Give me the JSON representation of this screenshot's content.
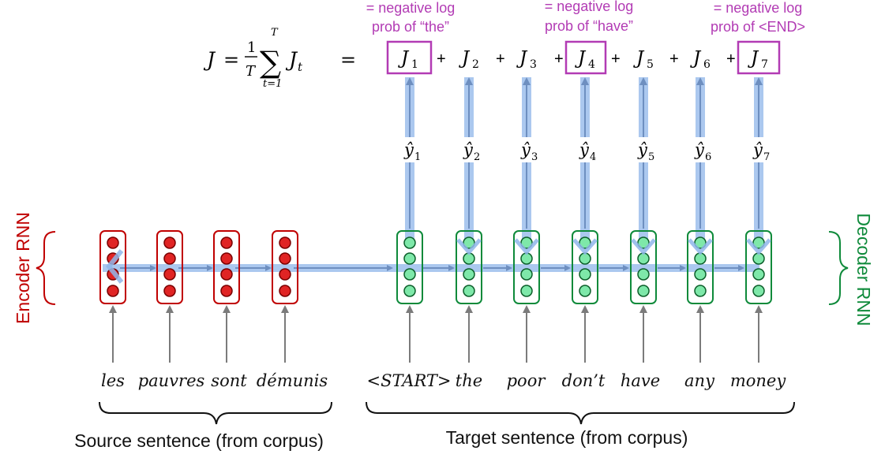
{
  "colors": {
    "encoder": "#c00000",
    "encoder_dot": "#e02424",
    "decoder": "#0e8a3a",
    "decoder_dot": "#7ee8a9",
    "loss_box": "#b23bb4",
    "flow": "#8fb6ea",
    "arrow_gray": "#7b7b7b"
  },
  "formula": {
    "lhs": "J",
    "equals": "=",
    "frac_num": "1",
    "frac_den": "T",
    "sum_symbol": "∑",
    "sum_upper": "T",
    "sum_lower": "t=1",
    "term": "J",
    "term_sub": "t",
    "equals_2": "="
  },
  "plus_sign": "+",
  "loss_terms": [
    {
      "label": "J",
      "sub": "1",
      "boxed": true
    },
    {
      "label": "J",
      "sub": "2",
      "boxed": false
    },
    {
      "label": "J",
      "sub": "3",
      "boxed": false
    },
    {
      "label": "J",
      "sub": "4",
      "boxed": true
    },
    {
      "label": "J",
      "sub": "5",
      "boxed": false
    },
    {
      "label": "J",
      "sub": "6",
      "boxed": false
    },
    {
      "label": "J",
      "sub": "7",
      "boxed": true
    }
  ],
  "annotations": [
    {
      "line1": "= negative log",
      "line2": "prob of “the”"
    },
    {
      "line1": "= negative log",
      "line2": "prob of “have”"
    },
    {
      "line1": "= negative log",
      "line2": "prob of <END>"
    }
  ],
  "outputs": [
    {
      "label": "ŷ",
      "sub": "1"
    },
    {
      "label": "ŷ",
      "sub": "2"
    },
    {
      "label": "ŷ",
      "sub": "3"
    },
    {
      "label": "ŷ",
      "sub": "4"
    },
    {
      "label": "ŷ",
      "sub": "5"
    },
    {
      "label": "ŷ",
      "sub": "6"
    },
    {
      "label": "ŷ",
      "sub": "7"
    }
  ],
  "source_words": [
    "les",
    "pauvres",
    "sont",
    "démunis"
  ],
  "target_words": [
    "<START>",
    "the",
    "poor",
    "don’t",
    "have",
    "any",
    "money"
  ],
  "encoder_label": "Encoder RNN",
  "decoder_label": "Decoder RNN",
  "source_caption": "Source sentence (from corpus)",
  "target_caption": "Target sentence (from corpus)"
}
